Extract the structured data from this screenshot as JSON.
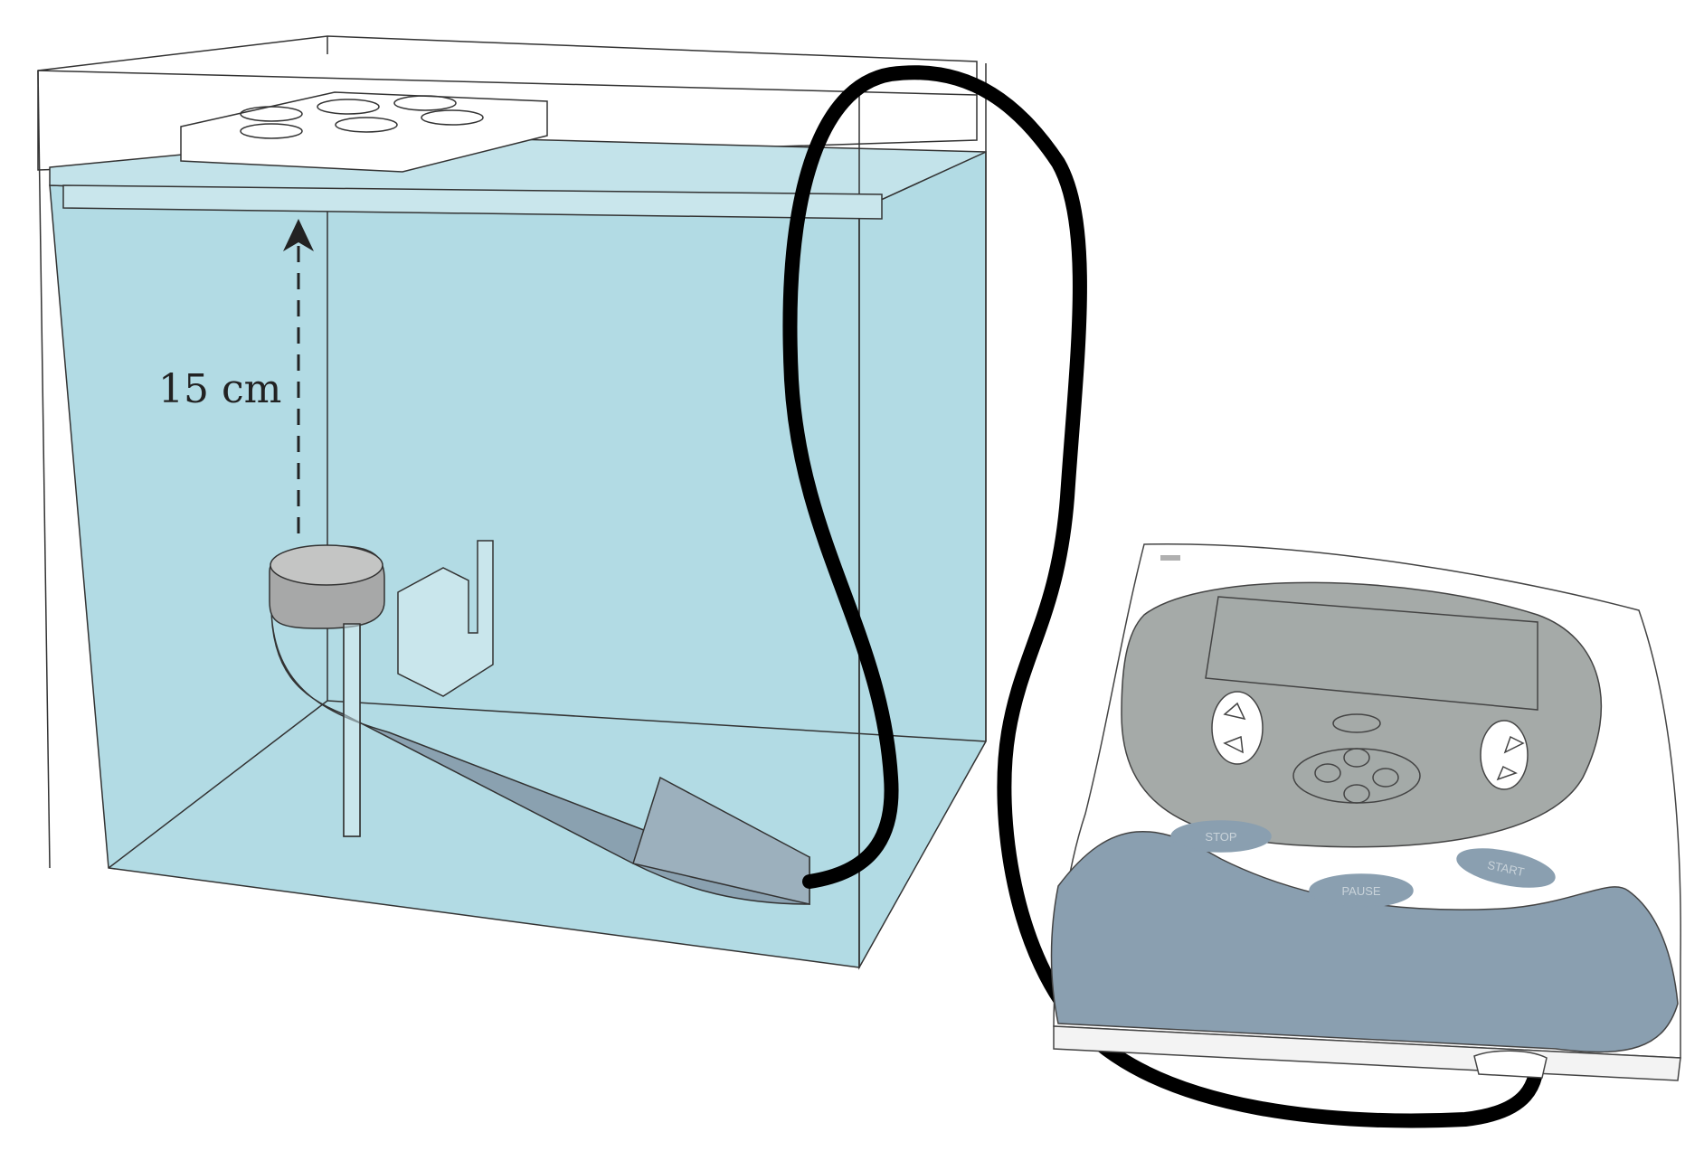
{
  "annotation": {
    "distance_label": "15 cm"
  },
  "device": {
    "buttons": [
      {
        "label": "STOP"
      },
      {
        "label": "PAUSE"
      },
      {
        "label": "START"
      }
    ]
  },
  "colors": {
    "water": "#b2dbe4",
    "probe_body": "#8aa1b0",
    "probe_head": "#a7a8a8",
    "panel": "#a5aaa8",
    "device_band": "#8a9fb0",
    "button": "#8a9fb0",
    "cable": "#000000",
    "outline": "#333333"
  },
  "icons": [
    "left-arrow-icon",
    "right-arrow-icon"
  ]
}
